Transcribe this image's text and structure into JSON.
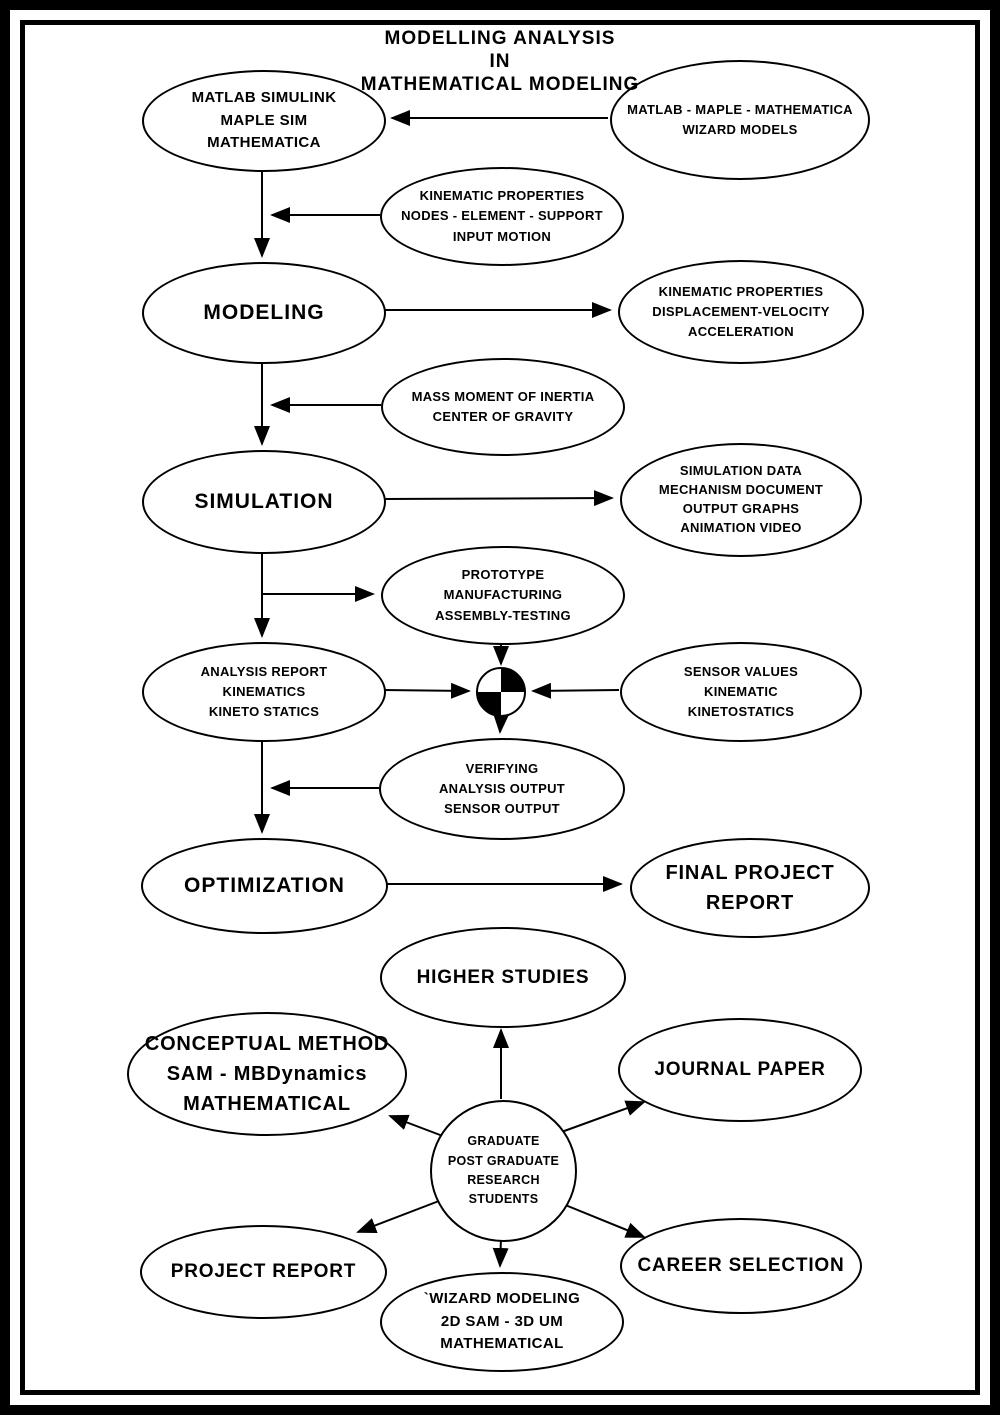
{
  "title": {
    "line1": "MODELLING ANALYSIS",
    "line2": "IN",
    "line3": "MATHEMATICAL MODELING"
  },
  "nodes": {
    "matlab_tools": {
      "lines": [
        "MATLAB SIMULINK",
        "MAPLE SIM",
        "MATHEMATICA"
      ]
    },
    "wizard_models": {
      "lines": [
        "MATLAB - MAPLE - MATHEMATICA",
        "WIZARD MODELS"
      ]
    },
    "kinematic_input": {
      "lines": [
        "KINEMATIC PROPERTIES",
        "NODES - ELEMENT - SUPPORT",
        "INPUT MOTION"
      ]
    },
    "modeling": {
      "lines": [
        "MODELING"
      ]
    },
    "kinematic_output": {
      "lines": [
        "KINEMATIC PROPERTIES",
        "DISPLACEMENT-VELOCITY",
        "ACCELERATION"
      ]
    },
    "mass_moment": {
      "lines": [
        "MASS MOMENT OF INERTIA",
        "CENTER OF GRAVITY"
      ]
    },
    "simulation": {
      "lines": [
        "SIMULATION"
      ]
    },
    "simulation_data": {
      "lines": [
        "SIMULATION DATA",
        "MECHANISM DOCUMENT",
        "OUTPUT GRAPHS",
        "ANIMATION VIDEO"
      ]
    },
    "prototype": {
      "lines": [
        "PROTOTYPE",
        "MANUFACTURING",
        "ASSEMBLY-TESTING"
      ]
    },
    "analysis_report": {
      "lines": [
        "ANALYSIS REPORT",
        "KINEMATICS",
        "KINETO STATICS"
      ]
    },
    "sensor_values": {
      "lines": [
        "SENSOR VALUES",
        "KINEMATIC",
        "KINETOSTATICS"
      ]
    },
    "verifying": {
      "lines": [
        "VERIFYING",
        "ANALYSIS OUTPUT",
        "SENSOR OUTPUT"
      ]
    },
    "optimization": {
      "lines": [
        "OPTIMIZATION"
      ]
    },
    "final_report": {
      "lines": [
        "FINAL PROJECT",
        "REPORT"
      ]
    },
    "higher_studies": {
      "lines": [
        "HIGHER STUDIES"
      ]
    },
    "conceptual_method": {
      "lines": [
        "CONCEPTUAL METHOD",
        "SAM - MBDynamics",
        "MATHEMATICAL"
      ]
    },
    "journal_paper": {
      "lines": [
        "JOURNAL PAPER"
      ]
    },
    "graduate_students": {
      "lines": [
        "GRADUATE",
        "POST GRADUATE",
        "RESEARCH",
        "STUDENTS"
      ]
    },
    "project_report": {
      "lines": [
        "PROJECT REPORT"
      ]
    },
    "career_selection": {
      "lines": [
        "CAREER SELECTION"
      ]
    },
    "wizard_modeling": {
      "lines": [
        "`WIZARD MODELING",
        "2D SAM - 3D UM",
        "MATHEMATICAL"
      ]
    }
  },
  "icons": {
    "center_of_gravity": "quartered-circle-cog-symbol",
    "arrowhead": "solid-triangle"
  },
  "colors": {
    "ink": "#000000",
    "background": "#ffffff"
  }
}
